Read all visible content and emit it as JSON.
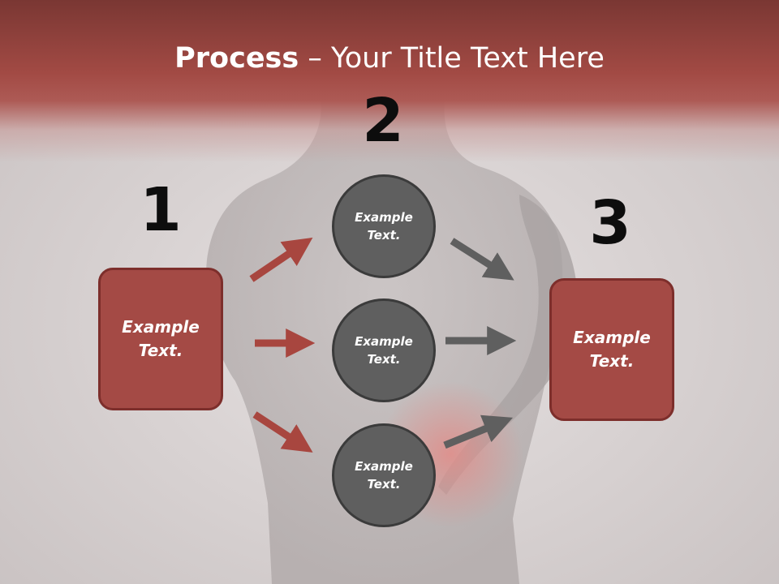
{
  "title": {
    "bold": "Process",
    "rest": " – Your Title Text Here"
  },
  "steps": [
    {
      "number": "1",
      "box_line1": "Example",
      "box_line2": "Text."
    },
    {
      "number": "2"
    },
    {
      "number": "3",
      "box_line1": "Example",
      "box_line2": "Text."
    }
  ],
  "circles": [
    {
      "line1": "Example",
      "line2": "Text."
    },
    {
      "line1": "Example",
      "line2": "Text."
    },
    {
      "line1": "Example",
      "line2": "Text."
    }
  ],
  "colors": {
    "accent_red": "#a44a45",
    "arrow_red": "#a8463f",
    "arrow_gray": "#5f5f5f",
    "circle_gray": "#5f5f5f"
  }
}
